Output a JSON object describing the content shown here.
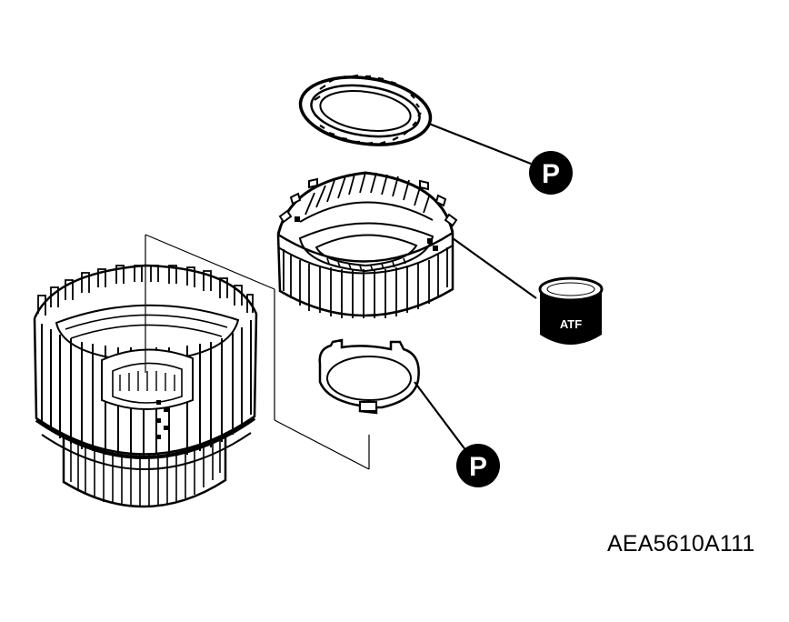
{
  "callouts": {
    "thrust_bearing": "P",
    "snap_ring": "P"
  },
  "atf_container": {
    "label": "ATF"
  },
  "figure_code": "AEA5610A111",
  "colors": {
    "ink": "#000000",
    "paper": "#ffffff"
  }
}
